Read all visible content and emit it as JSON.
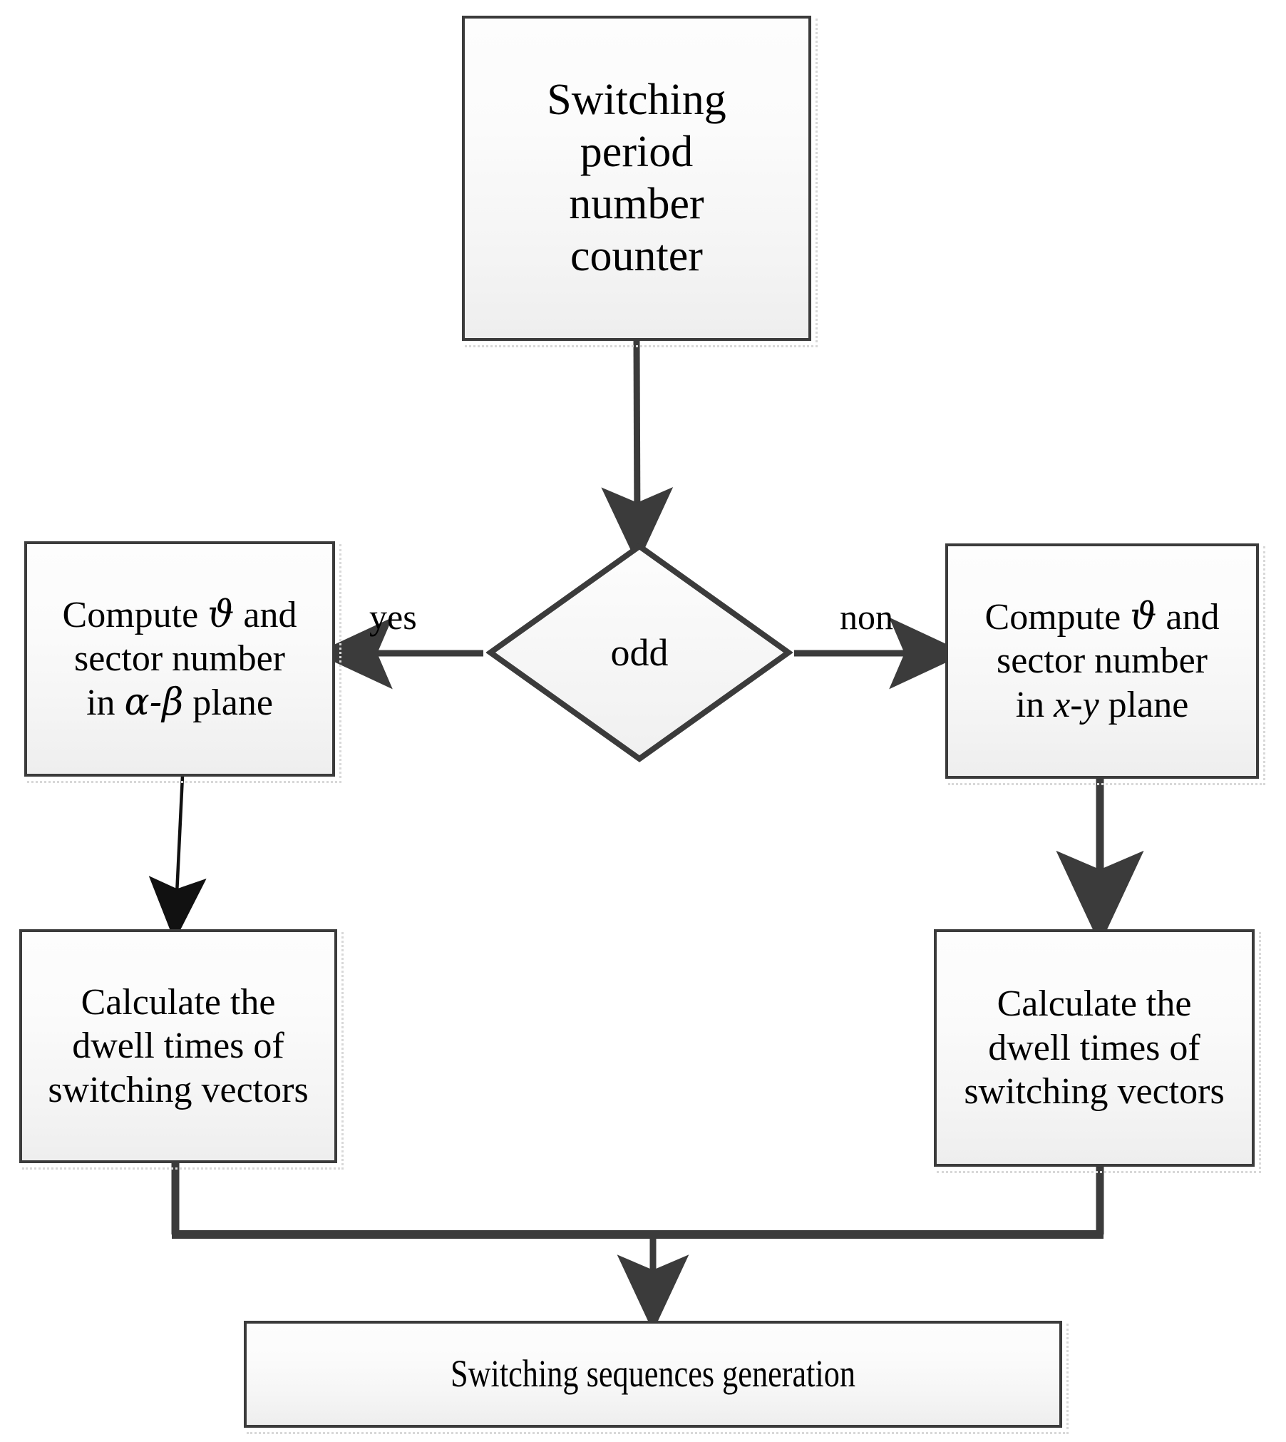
{
  "diagram": {
    "title": "Switching sequence generation flowchart",
    "colors": {
      "stroke": "#3b3b3b",
      "fill_top": "#fdfdfd",
      "fill_bottom": "#eeeeee",
      "text": "#000000",
      "shadow": "#d8d8d8"
    },
    "nodes": {
      "start": {
        "shape": "process",
        "lines": [
          "Switching",
          "period",
          "number",
          "counter"
        ]
      },
      "decision": {
        "shape": "decision",
        "label": "odd"
      },
      "left_compute": {
        "shape": "process",
        "line1": "Compute",
        "symbol": "ϑ",
        "line1_tail": "and",
        "line2": "sector number",
        "line3_prefix": "in",
        "line3_alpha": "α",
        "line3_dash": "-",
        "line3_beta": "β",
        "line3_suffix": "plane"
      },
      "right_compute": {
        "shape": "process",
        "line1": "Compute",
        "symbol": "ϑ",
        "line1_tail": "and",
        "line2": "sector number",
        "line3_prefix": "in",
        "line3_x": "x",
        "line3_dash": "-",
        "line3_y": "y",
        "line3_suffix": "plane"
      },
      "left_dwell": {
        "shape": "process",
        "lines": [
          "Calculate the",
          "dwell times of",
          "switching vectors"
        ]
      },
      "right_dwell": {
        "shape": "process",
        "lines": [
          "Calculate the",
          "dwell times of",
          "switching vectors"
        ]
      },
      "end": {
        "shape": "process",
        "label": "Switching sequences generation"
      }
    },
    "edges": [
      {
        "from": "start",
        "to": "decision",
        "label": ""
      },
      {
        "from": "decision",
        "to": "left_compute",
        "label": "yes"
      },
      {
        "from": "decision",
        "to": "right_compute",
        "label": "non"
      },
      {
        "from": "left_compute",
        "to": "left_dwell",
        "label": ""
      },
      {
        "from": "right_compute",
        "to": "right_dwell",
        "label": ""
      },
      {
        "from": "left_dwell",
        "to": "end",
        "label": ""
      },
      {
        "from": "right_dwell",
        "to": "end",
        "label": ""
      }
    ],
    "edge_labels": {
      "yes": "yes",
      "non": "non"
    }
  }
}
